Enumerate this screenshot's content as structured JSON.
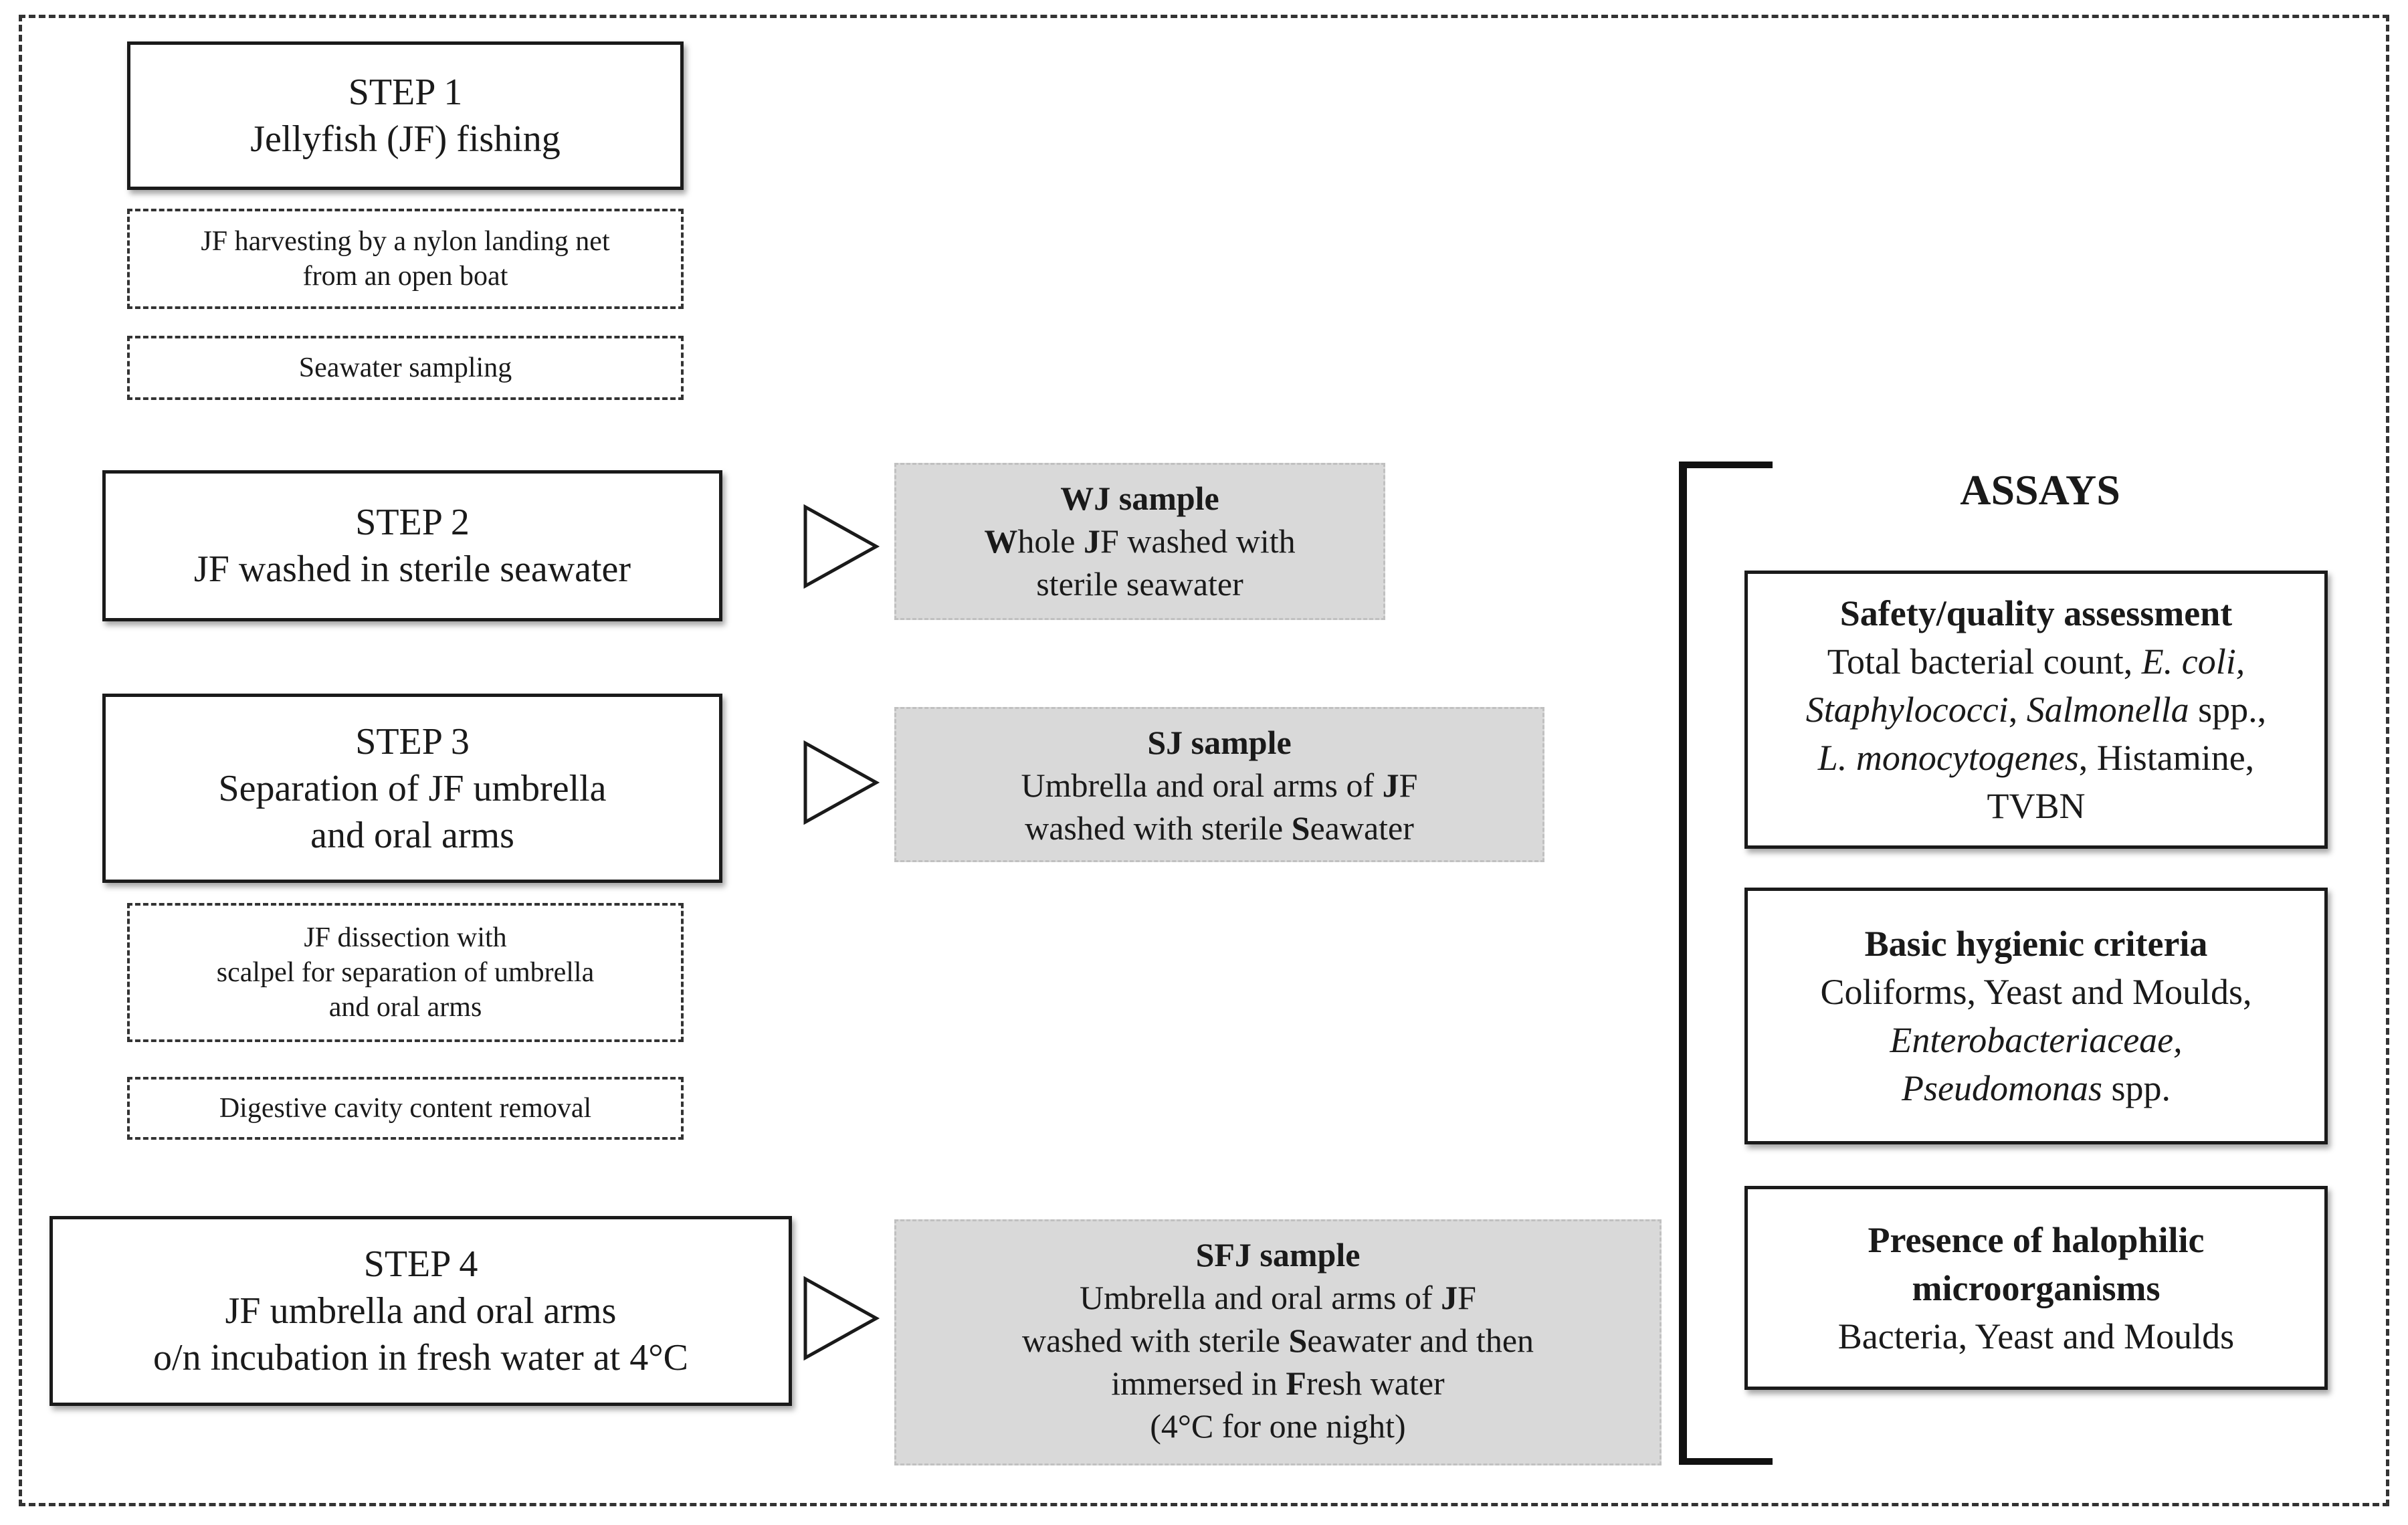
{
  "steps": [
    {
      "title": "STEP 1",
      "lines": [
        "Jellyfish (JF) fishing"
      ]
    },
    {
      "title": "STEP 2",
      "lines": [
        "JF washed in sterile seawater"
      ]
    },
    {
      "title": "STEP 3",
      "lines": [
        "Separation of JF umbrella",
        "and oral arms"
      ]
    },
    {
      "title": "STEP 4",
      "lines": [
        "JF umbrella and oral arms",
        "o/n incubation in fresh water at 4°C"
      ]
    }
  ],
  "notes": {
    "step1": [
      {
        "lines": [
          "JF harvesting by a nylon landing net",
          "from an open boat"
        ]
      },
      {
        "lines": [
          "Seawater sampling"
        ]
      }
    ],
    "step3": [
      {
        "lines": [
          "JF dissection with",
          "scalpel for separation of umbrella",
          "and oral arms"
        ]
      },
      {
        "lines": [
          "Digestive cavity content removal"
        ]
      }
    ]
  },
  "samples": [
    {
      "title": "WJ sample",
      "lines": [
        [
          {
            "t": "W",
            "b": true
          },
          {
            "t": "hole "
          },
          {
            "t": "J",
            "b": true
          },
          {
            "t": "F washed with"
          }
        ],
        [
          {
            "t": "sterile seawater"
          }
        ]
      ]
    },
    {
      "title": "SJ sample",
      "lines": [
        [
          {
            "t": "Umbrella and oral arms of "
          },
          {
            "t": "J",
            "b": true
          },
          {
            "t": "F"
          }
        ],
        [
          {
            "t": "washed with sterile "
          },
          {
            "t": "S",
            "b": true
          },
          {
            "t": "eawater"
          }
        ]
      ]
    },
    {
      "title": "SFJ sample",
      "lines": [
        [
          {
            "t": "Umbrella and oral arms of "
          },
          {
            "t": "J",
            "b": true
          },
          {
            "t": "F"
          }
        ],
        [
          {
            "t": "washed with sterile "
          },
          {
            "t": "S",
            "b": true
          },
          {
            "t": "eawater and then"
          }
        ],
        [
          {
            "t": "immersed in "
          },
          {
            "t": "F",
            "b": true
          },
          {
            "t": "resh water"
          }
        ],
        [
          {
            "t": "(4°C for one night)"
          }
        ]
      ]
    }
  ],
  "assays": {
    "heading": "ASSAYS",
    "boxes": [
      {
        "title": "Safety/quality assessment",
        "lines": [
          [
            {
              "t": "Total bacterial count, "
            },
            {
              "t": "E. coli,",
              "i": true
            }
          ],
          [
            {
              "t": "Staphylococci",
              "i": true
            },
            {
              "t": ", "
            },
            {
              "t": "Salmonella",
              "i": true
            },
            {
              "t": " spp.,"
            }
          ],
          [
            {
              "t": "L. monocytogenes",
              "i": true
            },
            {
              "t": ", Histamine,"
            }
          ],
          [
            {
              "t": "TVBN"
            }
          ]
        ]
      },
      {
        "title": "Basic hygienic criteria",
        "lines": [
          [
            {
              "t": "Coliforms, Yeast and Moulds,"
            }
          ],
          [
            {
              "t": "Enterobacteriaceae,",
              "i": true
            }
          ],
          [
            {
              "t": "Pseudomonas",
              "i": true
            },
            {
              "t": " spp."
            }
          ]
        ]
      },
      {
        "title": "Presence of halophilic\nmicroorganisms",
        "lines": [
          [
            {
              "t": "Bacteria, Yeast and Moulds"
            }
          ]
        ]
      }
    ]
  }
}
